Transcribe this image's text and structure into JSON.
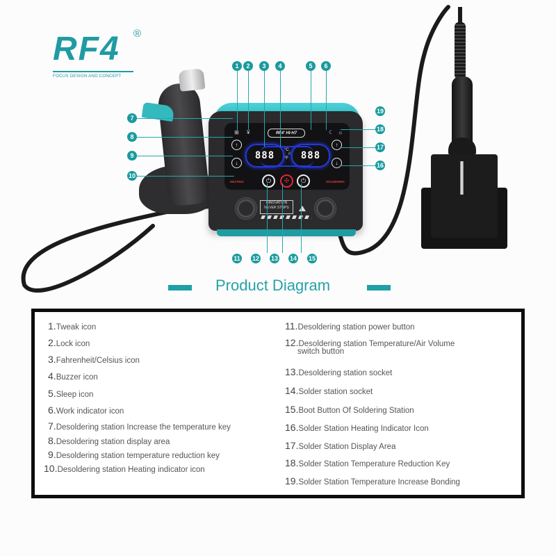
{
  "brand": {
    "logo": "RF4",
    "registered": "®",
    "tagline": "FOCUS DESIGN AND CONCEPT"
  },
  "station": {
    "panel_brand": "RF4' HI-H7",
    "left_display": "888",
    "right_display": "888",
    "units": {
      "celsius": "°C",
      "fahrenheit": "°F"
    },
    "left_heat_label": "HEATING",
    "right_heat_label": "SOLDERING",
    "slogan": "INNOVATION NEVER STOPS",
    "top_badge_icons": [
      "tweak-icon",
      "lock-icon",
      "sleep-icon",
      "work-indicator-icon"
    ]
  },
  "callouts": [
    "1",
    "2",
    "3",
    "4",
    "5",
    "6",
    "7",
    "8",
    "9",
    "10",
    "11",
    "12",
    "13",
    "14",
    "15",
    "16",
    "17",
    "18",
    "19"
  ],
  "title": "Product Diagram",
  "colors": {
    "accent": "#1f9ba3",
    "frame": "#0d0d0d",
    "display_blue": "#2238d6",
    "indicator_red": "#e0283a",
    "body": "#2b2b2d",
    "text": "#555555"
  },
  "legend": {
    "left": [
      {
        "num": "1.",
        "text": "Tweak icon"
      },
      {
        "num": "2.",
        "text": "Lock icon"
      },
      {
        "num": "3.",
        "text": "Fahrenheit/Celsius icon"
      },
      {
        "num": "4.",
        "text": "Buzzer icon"
      },
      {
        "num": "5.",
        "text": "Sleep icon"
      },
      {
        "num": "6.",
        "text": "Work indicator icon"
      },
      {
        "num": "7.",
        "text": "Desoldering station Increase the temperature key"
      },
      {
        "num": "8.",
        "text": "Desoldering station display area"
      },
      {
        "num": "9.",
        "text": "Desoldering station temperature reduction key"
      },
      {
        "num": "10.",
        "text": "Desoldering station Heating indicator icon"
      }
    ],
    "right": [
      {
        "num": "11.",
        "text": "Desoldering station power button"
      },
      {
        "num": "12.",
        "text": "Desoldering station Temperature/Air Volume",
        "text2": "switch button"
      },
      {
        "num": "13.",
        "text": "Desoldering station socket"
      },
      {
        "num": "14.",
        "text": "Solder station socket"
      },
      {
        "num": "15.",
        "text": "Boot Button Of Soldering Station"
      },
      {
        "num": "16.",
        "text": "Solder Station Heating Indicator Icon"
      },
      {
        "num": "17.",
        "text": "Solder Station Display Area"
      },
      {
        "num": "18.",
        "text": "Solder Station Temperature Reduction Key"
      },
      {
        "num": "19.",
        "text": "Solder Station Temperature Increase Bonding"
      }
    ]
  }
}
